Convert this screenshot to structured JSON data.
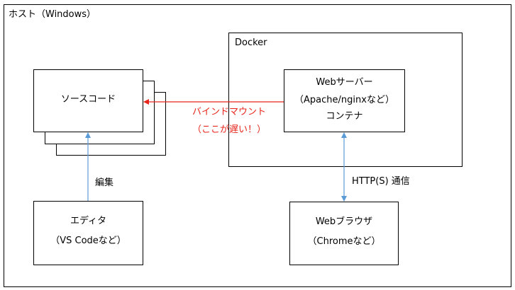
{
  "host": {
    "label": "ホスト（Windows）"
  },
  "docker": {
    "label": "Docker"
  },
  "source_code": {
    "label": "ソースコード"
  },
  "web_server": {
    "line1": "Webサーバー",
    "line2": "（Apache/nginxなど）",
    "line3": "コンテナ"
  },
  "editor": {
    "line1": "エディタ",
    "line2": "（VS Codeなど）"
  },
  "browser": {
    "line1": "Webブラウザ",
    "line2": "（Chromeなど）"
  },
  "bind_mount": {
    "line1": "バインドマウント",
    "line2": "（ここが遅い！）",
    "color": "#e8261c"
  },
  "edit_link": {
    "label": "編集"
  },
  "http_link": {
    "label": "HTTP(S) 通信"
  },
  "colors": {
    "arrow_blue": "#5b9bd5",
    "arrow_red": "#e8261c"
  }
}
